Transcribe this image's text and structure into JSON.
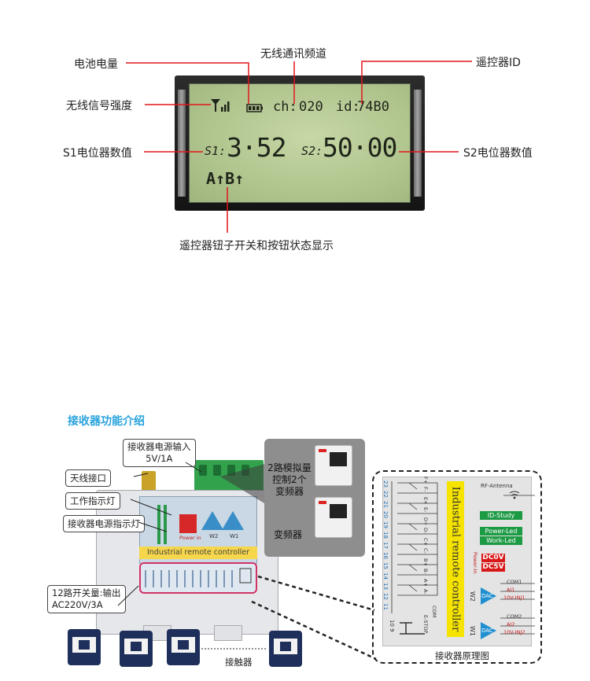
{
  "lcd": {
    "channel_label": "ch:",
    "channel_value": "020",
    "id_label": "id:",
    "id_value": "74B0",
    "s1_label": "S1:",
    "s1_value": "3·52",
    "s2_label": "S2:",
    "s2_value": "50·00",
    "switch_status": "A↑B↑"
  },
  "lcd_callouts": {
    "battery": "电池电量",
    "wireless_channel": "无线通讯频道",
    "remote_id": "遥控器ID",
    "signal": "无线信号强度",
    "s1": "S1电位器数值",
    "s2": "S2电位器数值",
    "switch": "遥控器钮子开关和按钮状态显示"
  },
  "receiver": {
    "section_title": "接收器功能介绍",
    "power_input_line1": "接收器电源输入",
    "power_input_line2": "5V/1A",
    "antenna_port": "天线接口",
    "work_led": "工作指示灯",
    "power_led": "接收器电源指示灯",
    "switch_output_line1": "12路开关量:输出",
    "switch_output_line2": "AC220V/3A",
    "analog_line1": "2路模拟量",
    "analog_line2": "控制2个",
    "analog_line3": "变频器",
    "vfd": "变频器",
    "contactor": "接触器",
    "banner": "Industrial remote controller",
    "pcb_w2": "W2",
    "pcb_w1": "W1",
    "pcb_power": "Power in"
  },
  "schematic": {
    "caption": "接收器原理图",
    "title": "Industrial remote controller",
    "rf_antenna": "RF-Antenna",
    "id_study": "ID-Study",
    "power_led": "Power-Led",
    "work_led": "Work-Led",
    "power_in": "Power-In",
    "dc0v": "DC0V",
    "dc5v": "DC5V",
    "w2": "W2",
    "w1": "W1",
    "dac": "DAC",
    "com1": "COM1",
    "ai1": "AI1",
    "inj1": "10V-INJ1",
    "com2": "COM2",
    "ai2": "AI2",
    "inj2": "10V-INJ2",
    "com": "COM",
    "estop": "E-STOP",
    "pin_left": [
      "23",
      "22",
      "21",
      "20",
      "19",
      "18",
      "17",
      "16",
      "15",
      "14",
      "13",
      "12",
      "11"
    ],
    "pin_bottom": "10 9",
    "channel_labels": [
      "F+",
      "F-",
      "E+",
      "E-",
      "D+",
      "D-",
      "C+",
      "C-",
      "B+",
      "B-",
      "A+",
      "A-"
    ]
  },
  "colors": {
    "accent_blue": "#29a3dd",
    "callout_red": "#e0161b",
    "schematic_green": "#1d9a44",
    "schematic_yellow": "#f6e400",
    "bay_pink": "#d23367",
    "dac_blue": "#1f8fd0"
  },
  "icons": [
    "signal-strength-icon",
    "battery-icon",
    "antenna-icon",
    "dac-icon",
    "contactor-icon",
    "vfd-icon",
    "switch-icon"
  ]
}
